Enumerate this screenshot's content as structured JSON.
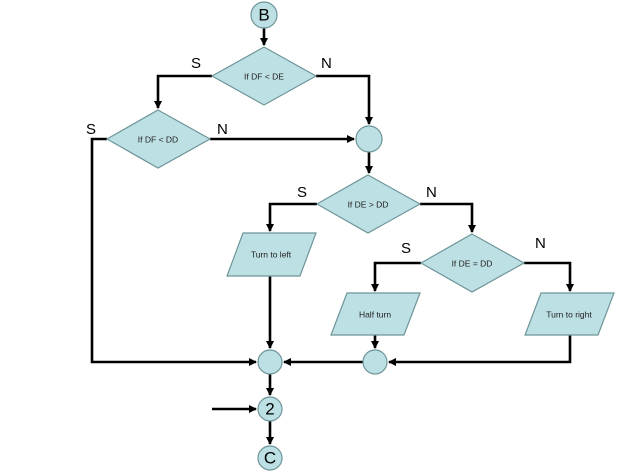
{
  "connectors": {
    "start": "B",
    "mid": "2",
    "end": "C"
  },
  "decisions": [
    {
      "text": "If DF < DE",
      "yes": "S",
      "no": "N"
    },
    {
      "text": "If DF < DD",
      "yes": "S",
      "no": "N"
    },
    {
      "text": "If DE > DD",
      "yes": "S",
      "no": "N"
    },
    {
      "text": "If DE = DD",
      "yes": "S",
      "no": "N"
    }
  ],
  "actions": [
    {
      "text": "Turn to  left"
    },
    {
      "text": "Half turn"
    },
    {
      "text": "Turn to right"
    }
  ],
  "colors": {
    "fill": "#bde0e4",
    "stroke": "#6e9599",
    "line": "#000000"
  }
}
